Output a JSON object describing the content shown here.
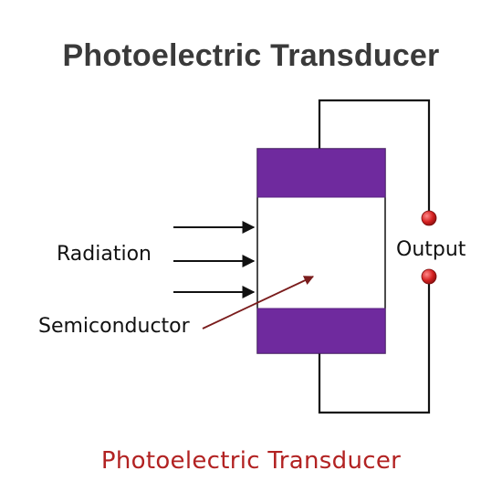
{
  "title": "Photoelectric Transducer",
  "labels": {
    "radiation": "Radiation",
    "output": "Output",
    "semiconductor": "Semiconductor"
  },
  "caption": "Photoelectric Transducer",
  "colors": {
    "title": "#3a3a3a",
    "electrode": "#6f2a9e",
    "terminal": "#d42020",
    "pointer_arrow": "#7a1c1c",
    "caption": "#b22222",
    "wire": "#111111"
  }
}
